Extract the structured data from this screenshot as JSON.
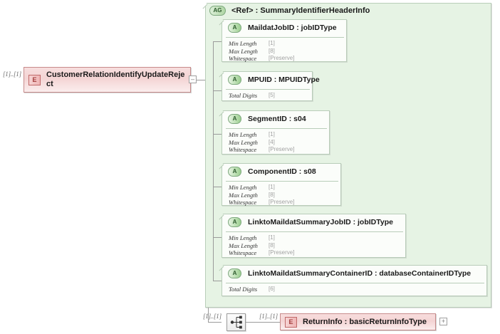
{
  "diagram": {
    "type": "xsd-schema-diagram",
    "root_element": {
      "badge": "E",
      "label": "CustomerRelationIdentifyUpdateReject",
      "cardinality": "[1]..[1]",
      "expander": "–"
    },
    "attribute_group": {
      "badge": "AG",
      "ref": "<Ref>",
      "separator": ":",
      "type": "SummaryIdentifierHeaderInfo",
      "title": "<Ref>      : SummaryIdentifierHeaderInfo"
    },
    "attributes": [
      {
        "badge": "A",
        "name": "MaildatJobID : jobIDType",
        "facets": [
          {
            "label": "Min Length",
            "value": "[1]"
          },
          {
            "label": "Max Length",
            "value": "[8]"
          },
          {
            "label": "Whitespace",
            "value": "[Preserve]"
          }
        ]
      },
      {
        "badge": "A",
        "name": "MPUID     : MPUIDType",
        "facets": [
          {
            "label": "Total Digits",
            "value": "[5]"
          }
        ]
      },
      {
        "badge": "A",
        "name": "SegmentID : s04",
        "facets": [
          {
            "label": "Min Length",
            "value": "[1]"
          },
          {
            "label": "Max Length",
            "value": "[4]"
          },
          {
            "label": "Whitespace",
            "value": "[Preserve]"
          }
        ]
      },
      {
        "badge": "A",
        "name": "ComponentID : s08",
        "facets": [
          {
            "label": "Min Length",
            "value": "[1]"
          },
          {
            "label": "Max Length",
            "value": "[8]"
          },
          {
            "label": "Whitespace",
            "value": "[Preserve]"
          }
        ]
      },
      {
        "badge": "A",
        "name": "LinktoMaildatSummaryJobID : jobIDType",
        "facets": [
          {
            "label": "Min Length",
            "value": "[1]"
          },
          {
            "label": "Max Length",
            "value": "[8]"
          },
          {
            "label": "Whitespace",
            "value": "[Preserve]"
          }
        ]
      },
      {
        "badge": "A",
        "name": "LinktoMaildatSummaryContainerID : databaseContainerIDType",
        "facets": [
          {
            "label": "Total Digits",
            "value": "[6]"
          }
        ]
      }
    ],
    "sequence": {
      "icon": "sequence-compositor-icon",
      "cardinality_left": "[1]..[1]",
      "cardinality_right": "[1]..[1]"
    },
    "child_element": {
      "badge": "E",
      "label": "ReturnInfo : basicReturnInfoType",
      "expander": "+"
    },
    "colors": {
      "element_border": "#c78b8b",
      "element_fill": "#f4d4d4",
      "group_fill": "#e6f3e4",
      "group_border": "#b9cdb9",
      "attribute_fill": "#fbfdfa",
      "badge_green": "#9ccf90",
      "badge_pink": "#efb5b5",
      "connector_line": "#9a9a9a",
      "facet_value": "#a2a2a2"
    }
  }
}
